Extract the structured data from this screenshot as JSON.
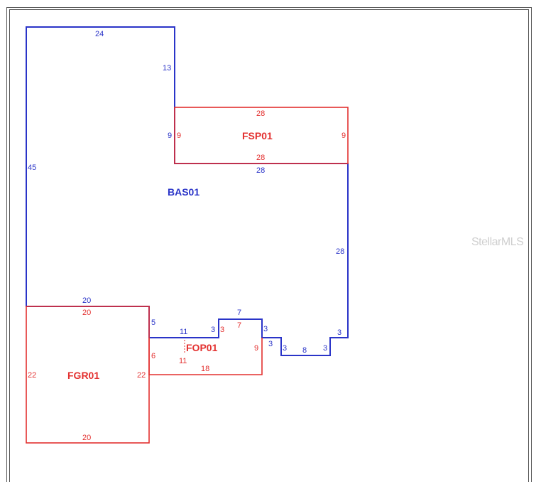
{
  "colors": {
    "blue": "#2a34c8",
    "red": "#e3302f",
    "frame": "#555555",
    "watermark": "#cfcfcf"
  },
  "watermark": "StellarMLS",
  "areas": [
    {
      "id": "BAS01",
      "color": "blue"
    },
    {
      "id": "FSP01",
      "color": "red"
    },
    {
      "id": "FOP01",
      "color": "red"
    },
    {
      "id": "FGR01",
      "color": "red"
    }
  ],
  "labels": {
    "bas_top": "24",
    "bas_upper_right": "13",
    "bas_left": "45",
    "bas_join_fsp": "9",
    "bas_under_fsp": "28",
    "bas_right": "28",
    "bas_step_a": "3",
    "bas_bottom_mid": "8",
    "bas_step_b": "3",
    "bas_step_c": "3",
    "bas_notch_r": "3",
    "bas_notch_top": "7",
    "bas_notch_l": "3",
    "bas_over_fop": "11",
    "bas_garage_side": "5",
    "bas_over_fgr": "20",
    "fsp_top": "28",
    "fsp_left": "9",
    "fsp_right": "9",
    "fsp_bottom": "28",
    "fop_top_left": "3",
    "fop_top": "7",
    "fop_right": "9",
    "fop_bottom": "18",
    "fop_left": "6",
    "fop_inner": "11",
    "fgr_top": "20",
    "fgr_left": "22",
    "fgr_right": "22",
    "fgr_bottom": "20"
  }
}
